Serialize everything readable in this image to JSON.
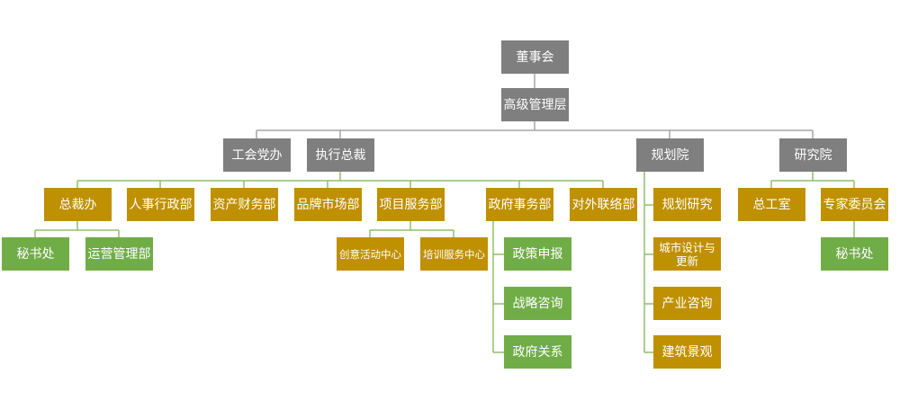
{
  "colors": {
    "gray": "#7f7f7f",
    "gold": "#bf9000",
    "green": "#70ad47",
    "gray_line": "#a6a6a6",
    "green_line": "#8fbf6a"
  },
  "org": {
    "board": "董事会",
    "senior_mgmt": "高级管理层",
    "union": "工会党办",
    "exec_president": "执行总裁",
    "planning_institute": "规划院",
    "research_institute": "研究院",
    "ceo_office": "总裁办",
    "hr_admin": "人事行政部",
    "asset_finance": "资产财务部",
    "brand_marketing": "品牌市场部",
    "project_services": "项目服务部",
    "gov_affairs": "政府事务部",
    "external_liaison": "对外联络部",
    "secretariat_1": "秘书处",
    "operations_mgmt": "运营管理部",
    "creative_center": "创意活动中心",
    "training_center": "培训服务中心",
    "policy_filing": "政策申报",
    "strategy_consulting": "战略咨询",
    "gov_relations": "政府关系",
    "planning_research": "规划研究",
    "urban_design": "城市设计与更新",
    "industry_consulting": "产业咨询",
    "architecture_landscape": "建筑景观",
    "general_office": "总工室",
    "expert_committee": "专家委员会",
    "secretariat_2": "秘书处"
  }
}
